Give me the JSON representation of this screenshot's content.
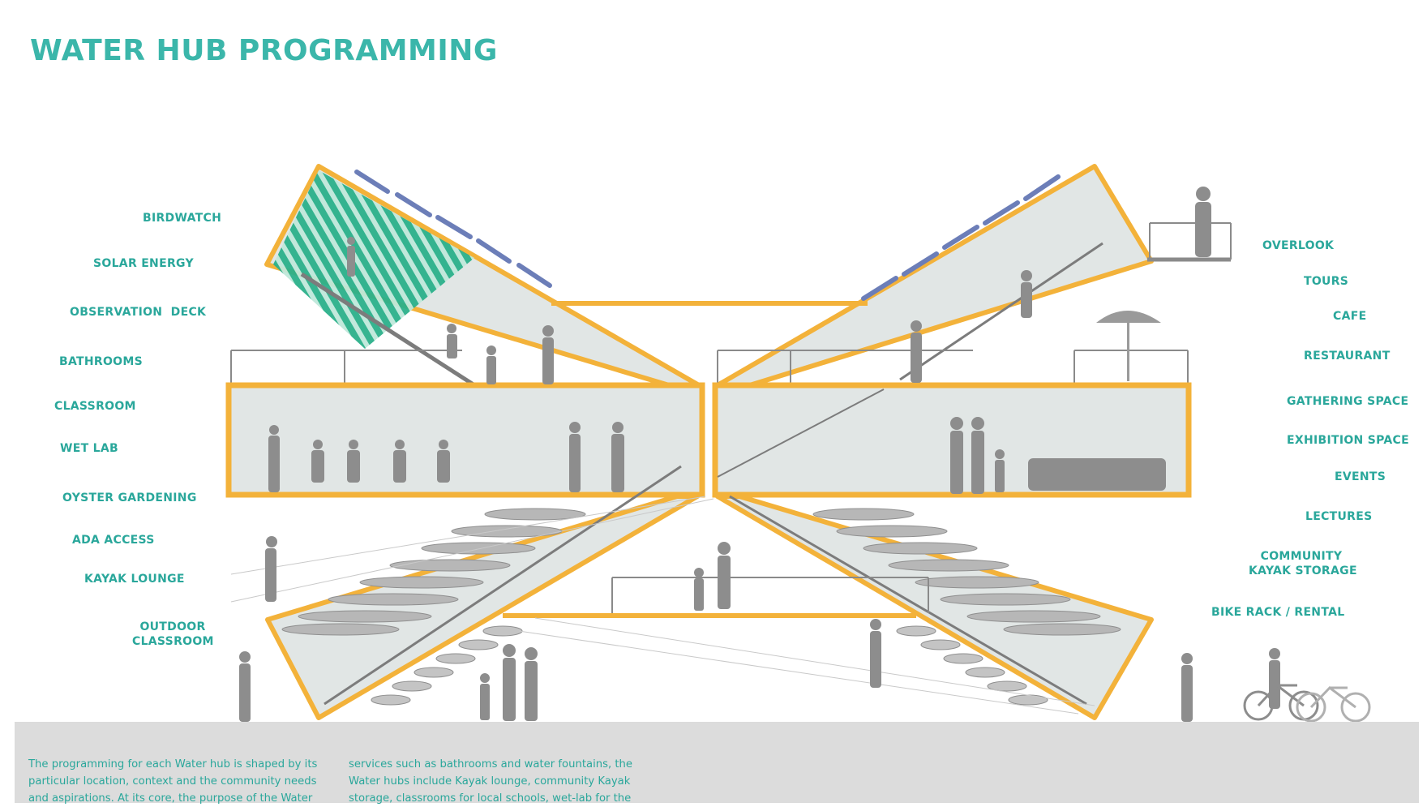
{
  "title": "WATER HUB PROGRAMMING",
  "labels_left": [
    {
      "id": "birdwatch",
      "text": "BIRDWATCH"
    },
    {
      "id": "solar-energy",
      "text": "SOLAR ENERGY"
    },
    {
      "id": "observation-deck",
      "text": "OBSERVATION  DECK"
    },
    {
      "id": "bathrooms",
      "text": "BATHROOMS"
    },
    {
      "id": "classroom",
      "text": "CLASSROOM"
    },
    {
      "id": "wet-lab",
      "text": "WET LAB"
    },
    {
      "id": "oyster-gardening",
      "text": "OYSTER GARDENING"
    },
    {
      "id": "ada-access",
      "text": "ADA ACCESS"
    },
    {
      "id": "kayak-lounge",
      "text": "KAYAK LOUNGE"
    },
    {
      "id": "outdoor-classroom",
      "line1": "OUTDOOR",
      "line2": "CLASSROOM"
    }
  ],
  "labels_right": [
    {
      "id": "overlook",
      "text": "OVERLOOK"
    },
    {
      "id": "tours",
      "text": "TOURS"
    },
    {
      "id": "cafe",
      "text": "CAFE"
    },
    {
      "id": "restaurant",
      "text": "RESTAURANT"
    },
    {
      "id": "gathering-space",
      "text": "GATHERING SPACE"
    },
    {
      "id": "exhibition-space",
      "text": "EXHIBITION SPACE"
    },
    {
      "id": "events",
      "text": "EVENTS"
    },
    {
      "id": "lectures",
      "text": "LECTURES"
    },
    {
      "id": "community-kayak-storage",
      "line1": "COMMUNITY",
      "line2": "KAYAK STORAGE"
    },
    {
      "id": "bike-rack-rental",
      "text": "BIKE RACK / RENTAL"
    }
  ],
  "description": {
    "col1_lines": [
      "The programming for each Water hub is shaped by its",
      "particular location, context and the community needs",
      "and aspirations. At its core, the purpose of the Water"
    ],
    "col2_lines": [
      "services such as bathrooms and water fountains, the",
      "Water hubs include Kayak lounge, community Kayak",
      "storage, classrooms for local schools, wet-lab for the"
    ]
  },
  "colors": {
    "accent": "#3bb6aa",
    "label": "#2aa79b",
    "frame": "#f3b23a",
    "interior": "#dfe4e3",
    "solar_green": "#2bb08a",
    "ground": "#dcdcdc",
    "figure": "#8d8d8d"
  }
}
